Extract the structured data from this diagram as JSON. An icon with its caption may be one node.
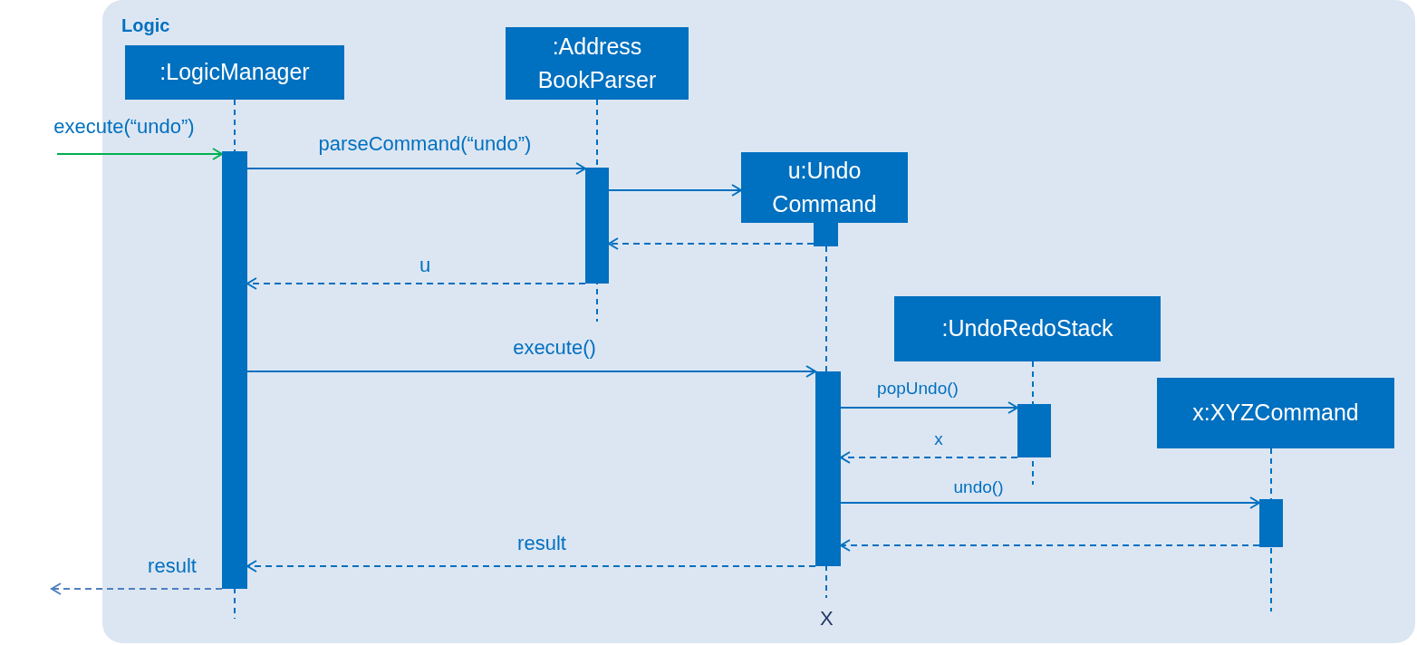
{
  "diagram": {
    "nodes": [
      {
        "text": [
          "Logic"
        ]
      },
      {
        "text": [
          ":LogicManager"
        ],
        "in": 0
      },
      {
        "text": [
          ":Address BookParser"
        ],
        "in": 0
      },
      {
        "text": [
          "u:Undo Command"
        ],
        "in": 0
      },
      {
        "text": [
          ":UndoRedoStack"
        ],
        "in": 0
      },
      {
        "text": [
          "x:XYZCommand"
        ],
        "in": 0
      },
      {
        "text": [],
        "shape": "bar",
        "in": 0
      },
      {
        "text": [],
        "shape": "bar",
        "in": 0
      },
      {
        "text": [],
        "shape": "bar",
        "in": 0
      },
      {
        "text": [],
        "shape": "bar",
        "in": 0
      },
      {
        "text": [],
        "shape": "bar",
        "in": 0
      },
      {
        "text": [],
        "shape": "bar",
        "in": 0
      }
    ],
    "edges": [
      {
        "from": null,
        "to": 6,
        "arrow": "to",
        "label": "execute(“undo”)",
        "color": "#00b050"
      },
      {
        "from": 6,
        "to": 7,
        "arrow": "to",
        "label": "parseCommand(“undo”)"
      },
      {
        "from": 7,
        "to": 3,
        "arrow": "to"
      },
      {
        "from": 8,
        "to": 7,
        "arrow": "to",
        "style": "dashed"
      },
      {
        "from": 7,
        "to": 6,
        "arrow": "to",
        "style": "dashed",
        "label": "u"
      },
      {
        "from": 6,
        "to": 9,
        "arrow": "to",
        "label": "execute()"
      },
      {
        "from": 9,
        "to": 10,
        "arrow": "to",
        "label": "popUndo()"
      },
      {
        "from": 10,
        "to": 9,
        "arrow": "to",
        "style": "dashed",
        "label": "x"
      },
      {
        "from": 9,
        "to": 11,
        "arrow": "to",
        "label": "undo()"
      },
      {
        "from": 11,
        "to": 9,
        "arrow": "to",
        "style": "dashed"
      },
      {
        "from": 9,
        "to": 6,
        "arrow": "to",
        "style": "dashed",
        "label": "result"
      },
      {
        "from": 6,
        "to": null,
        "arrow": "to",
        "style": "dashed",
        "label": "result",
        "color": "#4f7fc0"
      }
    ],
    "labels": [
      "X"
    ]
  }
}
